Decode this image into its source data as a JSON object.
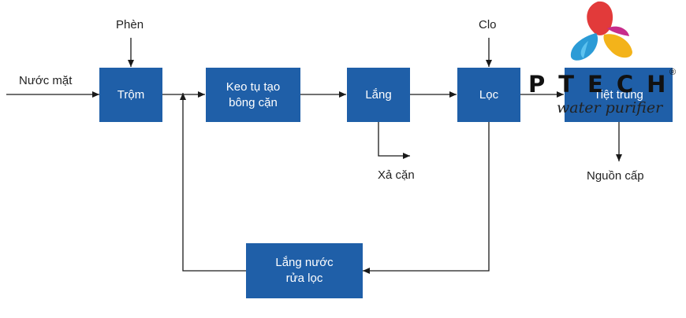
{
  "diagram": {
    "nodes": {
      "tron": "Trộm",
      "keo_tu": "Keo tụ tạo\nbông cặn",
      "lang": "Lắng",
      "loc": "Lọc",
      "tiet_trung": "Tiệt trùng",
      "lang_nuoc_rua": "Lắng nước\nrửa lọc"
    },
    "labels": {
      "input": "Nước mặt",
      "phen": "Phèn",
      "clo": "Clo",
      "xa_can": "Xả cặn",
      "output": "Nguồn cấp"
    }
  },
  "logo": {
    "wordmark": "PTECH",
    "registered": "®",
    "tagline": "water purifier"
  },
  "colors": {
    "box": "#1f5fa8",
    "line": "#1a1a1a",
    "logo_red": "#e23a3a",
    "logo_blue": "#2b9bd6",
    "logo_yellow": "#f3b31a",
    "logo_magenta": "#c72c8b"
  }
}
